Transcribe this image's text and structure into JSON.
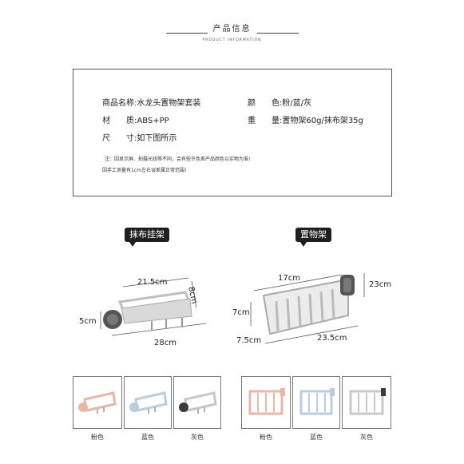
{
  "header": {
    "title": "产品信息",
    "subtitle": "PRODUCT INFORMATION"
  },
  "info": {
    "name_label": "商品名称:",
    "name_value": "水龙头置物架套装",
    "material_label": "材　　质:",
    "material_value": "ABS+PP",
    "size_label": "尺　　寸:",
    "size_value": "如下图所示",
    "color_label": "颜　　色:",
    "color_value": "粉/蓝/灰",
    "weight_label": "重　　量:",
    "weight_value": "置物架60g/抹布架35g",
    "note1": "注：因显示屏、拍摄光线等不同，会有些许色差产品颜色以实物为准!",
    "note2": "因手工测量有1cm左右误差属正常范围!"
  },
  "towel_rack": {
    "badge": "抹布挂架",
    "dim_top": "21.5cm",
    "dim_side": "8cm",
    "dim_left": "5cm",
    "dim_bottom": "28cm"
  },
  "shelf": {
    "badge": "置物架",
    "dim_top": "17cm",
    "dim_right": "23cm",
    "dim_height": "7cm",
    "dim_depth": "7.5cm",
    "dim_bottom": "23.5cm"
  },
  "colors": {
    "labels": [
      "粉色",
      "蓝色",
      "灰色",
      "粉色",
      "蓝色",
      "灰色"
    ],
    "pink": "#e9b7a5",
    "blue": "#b8cde0",
    "gray": "#c8c8c8",
    "dark": "#3a3a3a"
  }
}
